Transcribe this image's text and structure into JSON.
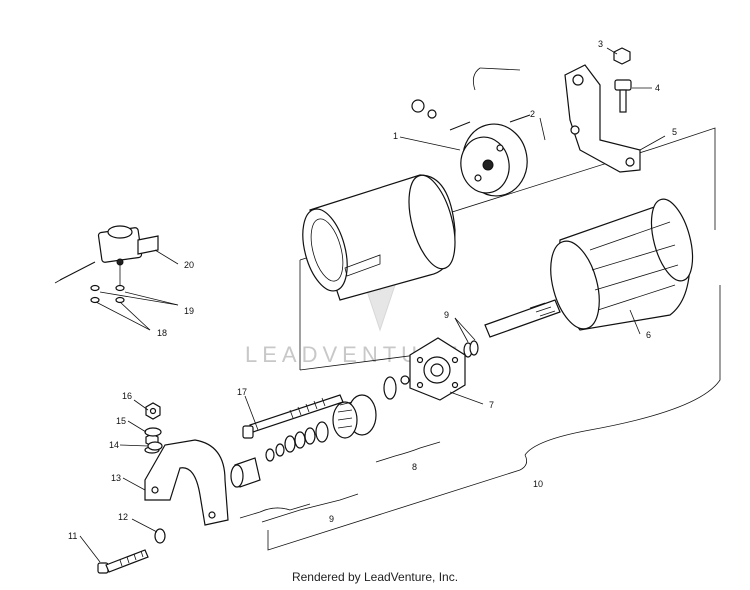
{
  "callouts": {
    "c1": "1",
    "c2": "2",
    "c3": "3",
    "c4": "4",
    "c5": "5",
    "c6": "6",
    "c7": "7",
    "c8": "8",
    "c9a": "9",
    "c9b": "9",
    "c10": "10",
    "c11": "11",
    "c12": "12",
    "c13": "13",
    "c14": "14",
    "c15": "15",
    "c16": "16",
    "c17": "17",
    "c18": "18",
    "c19": "19",
    "c20": "20"
  },
  "watermark": {
    "text": "LEADVENTURE"
  },
  "footer": {
    "text": "Rendered by LeadVenture, Inc."
  }
}
